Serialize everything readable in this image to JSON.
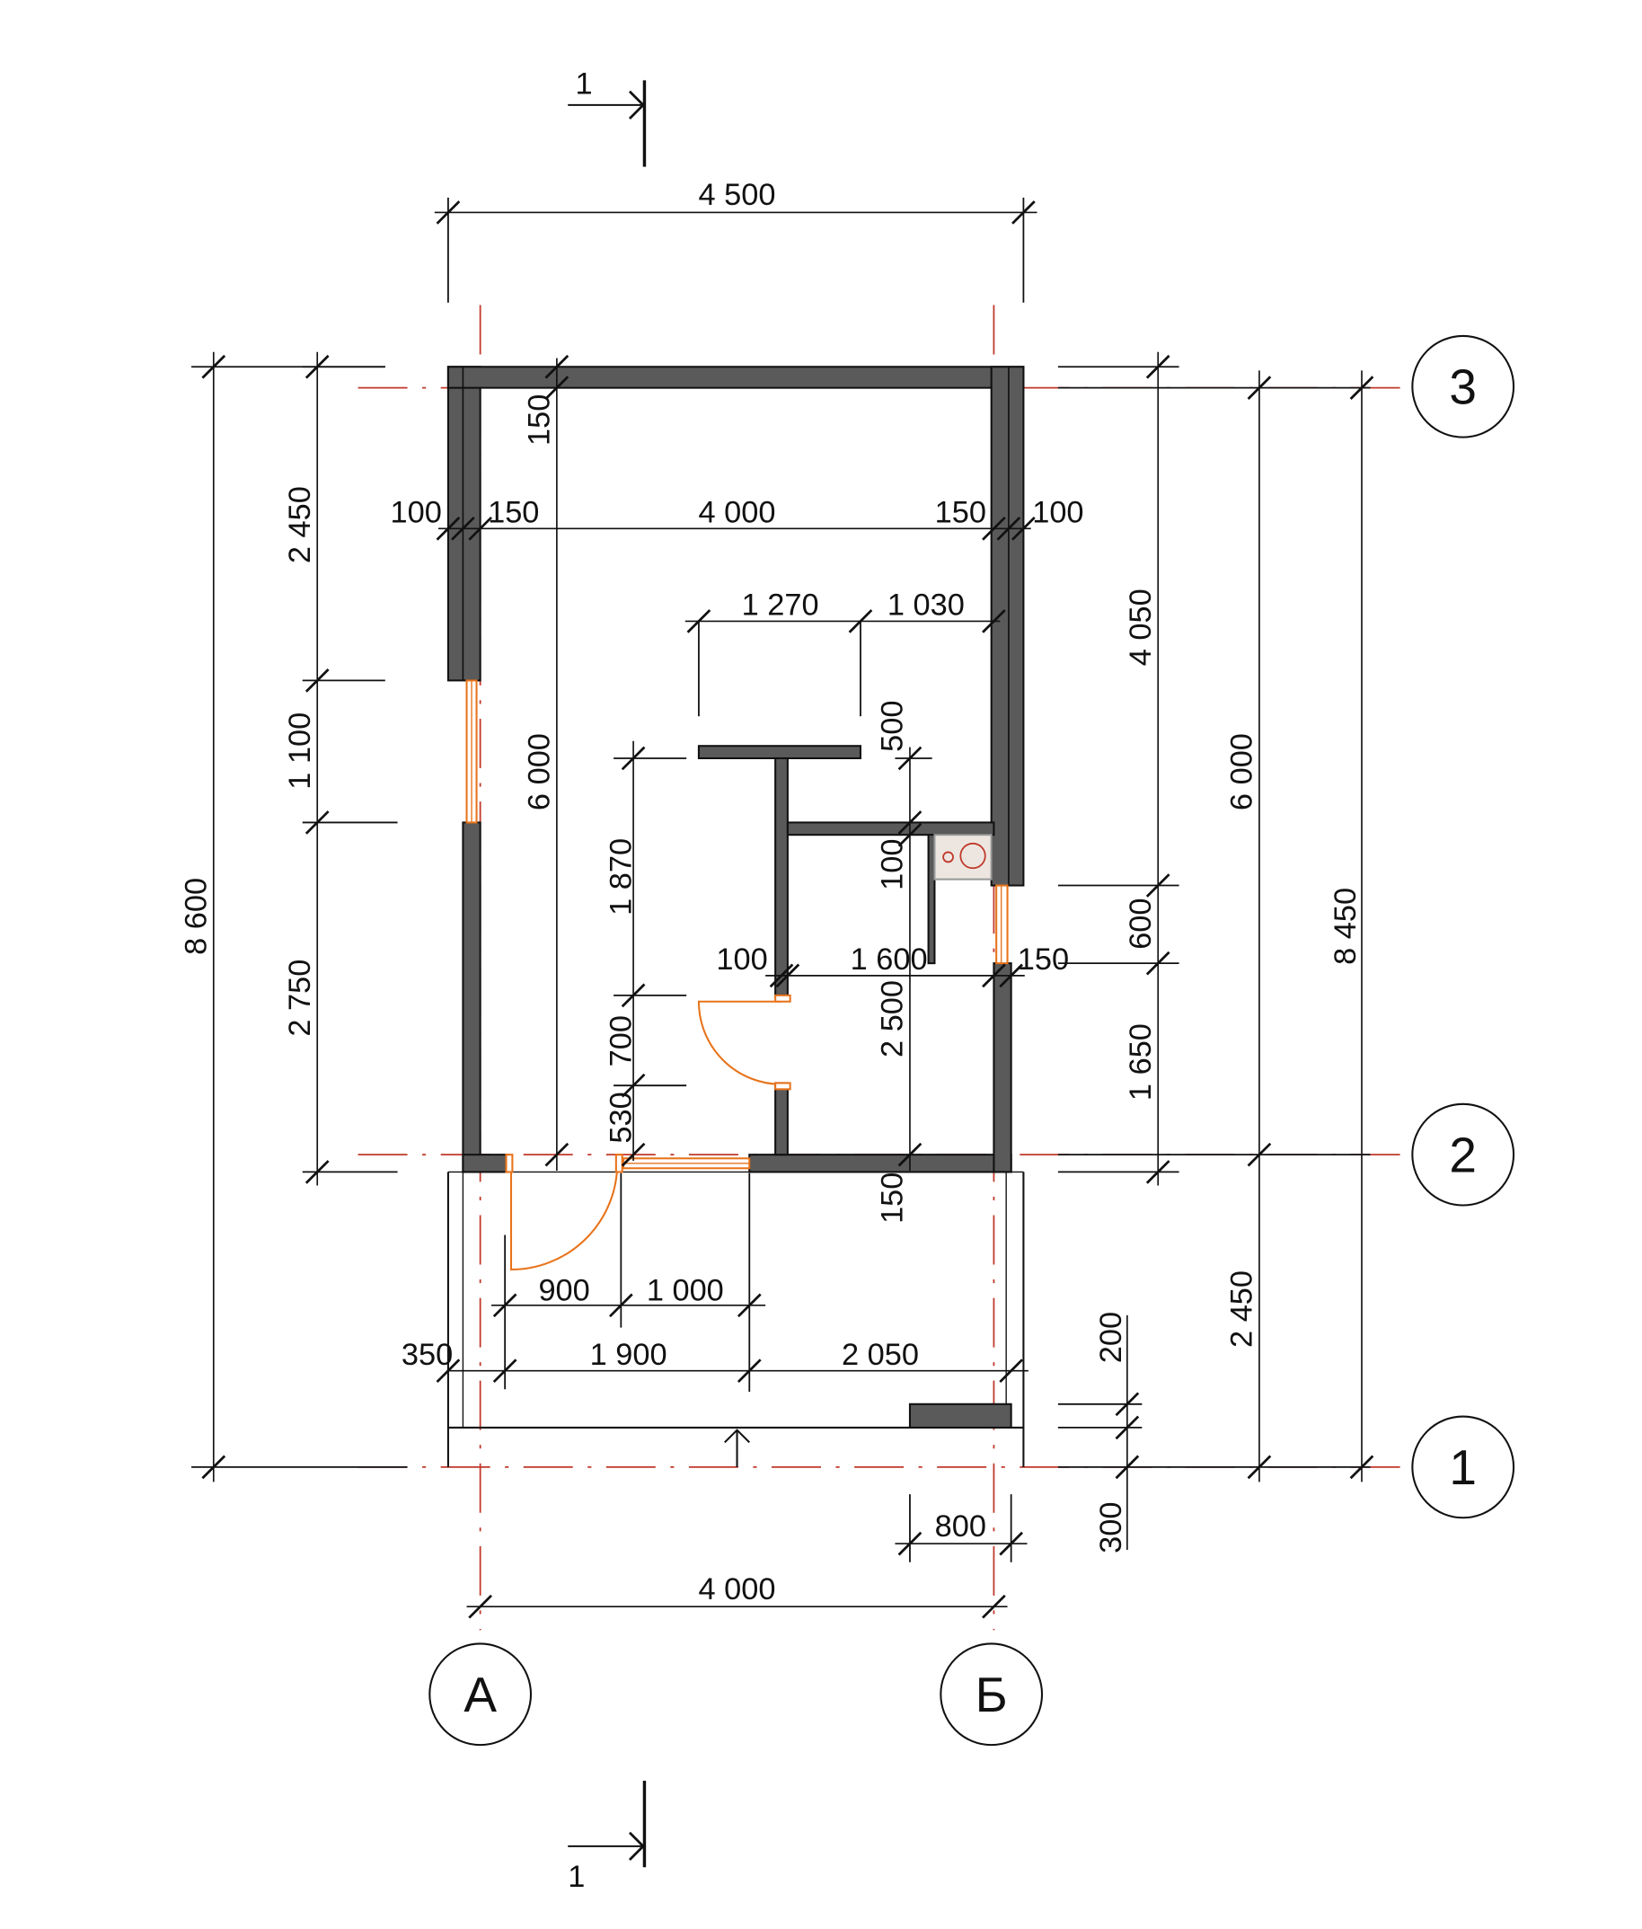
{
  "section_mark": {
    "top": "1",
    "bottom": "1"
  },
  "axes": {
    "a": "А",
    "b": "Б",
    "r1": "1",
    "r2": "2",
    "r3": "3"
  },
  "dims": {
    "top_overall": "4 500",
    "ext_left_layer": "100",
    "wall_left": "150",
    "inner_width": "4 000",
    "wall_right": "150",
    "ext_right_layer": "100",
    "top_wall": "150",
    "inner_height": "6 000",
    "part_a": "1 270",
    "part_b": "1 030",
    "v_1870": "1 870",
    "v_700": "700",
    "v_530": "530",
    "v_500": "500",
    "v_100": "100",
    "v_2500": "2 500",
    "v_150_bottom": "150",
    "h_100": "100",
    "h_1600": "1 600",
    "h_150": "150",
    "left_2450": "2 450",
    "left_1100": "1 100",
    "left_2750": "2 750",
    "left_8600": "8 600",
    "right_4050": "4 050",
    "right_600": "600",
    "right_1650": "1 650",
    "right_6000": "6 000",
    "right_2450": "2 450",
    "right_8450": "8 450",
    "right_200": "200",
    "right_300": "300",
    "door_900": "900",
    "door_1000": "1 000",
    "terr_350": "350",
    "terr_1900": "1 900",
    "terr_2050": "2 050",
    "step_800": "800",
    "bottom_4000": "4 000"
  },
  "colors": {
    "wall": "#5a5a5a",
    "axis": "#c0392b",
    "opening": "#e8731a",
    "line": "#111111"
  }
}
